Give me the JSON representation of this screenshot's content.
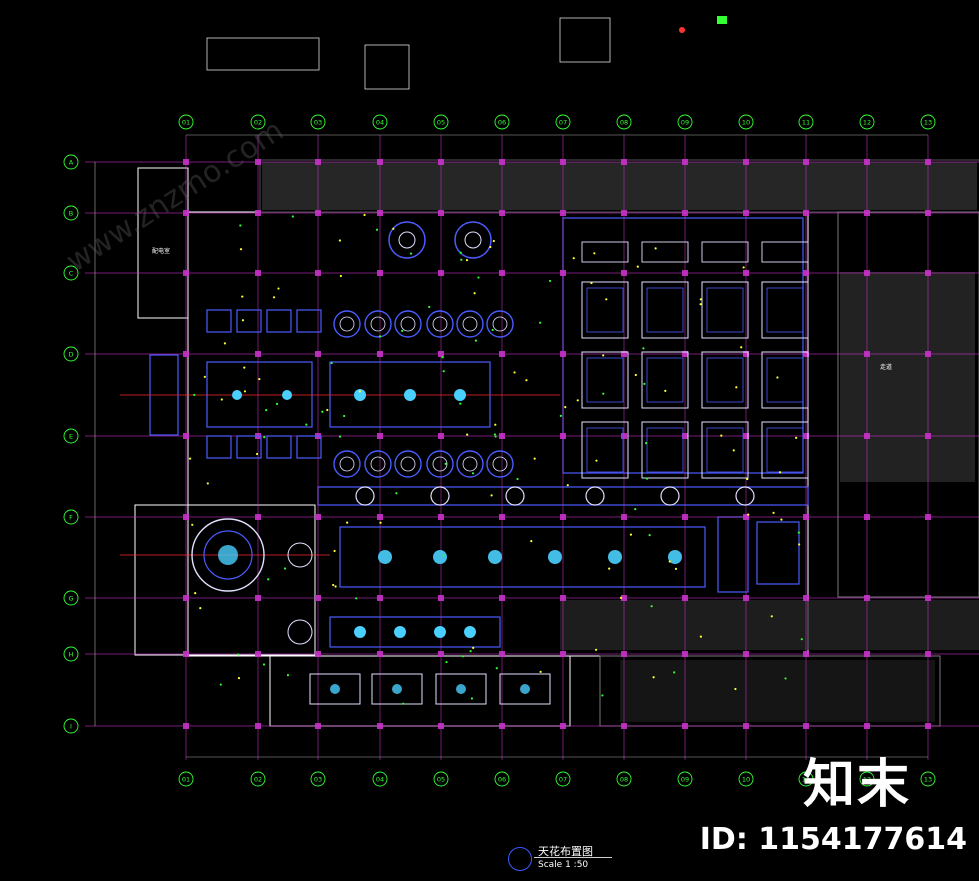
{
  "grid": {
    "columns": [
      "01",
      "02",
      "03",
      "04",
      "05",
      "06",
      "07",
      "08",
      "09",
      "10",
      "11",
      "12",
      "13"
    ],
    "rows": [
      "A",
      "B",
      "C",
      "D",
      "E",
      "F",
      "G",
      "H",
      "I"
    ]
  },
  "room_labels": {
    "west": "配电室",
    "east": "走道"
  },
  "title_block": {
    "title": "天花布置图",
    "scale": "Scale 1 :50"
  },
  "watermark": {
    "brand": "知末",
    "id": "ID: 1154177614",
    "url": "www.znzmo.com"
  },
  "colors": {
    "grid": "#c832c8",
    "bubble": "#33ff33",
    "wall": "#ffffff",
    "ceiling": "#4a5cff",
    "fixture": "#e0e0ff",
    "axis_red": "#ff2a2a"
  }
}
